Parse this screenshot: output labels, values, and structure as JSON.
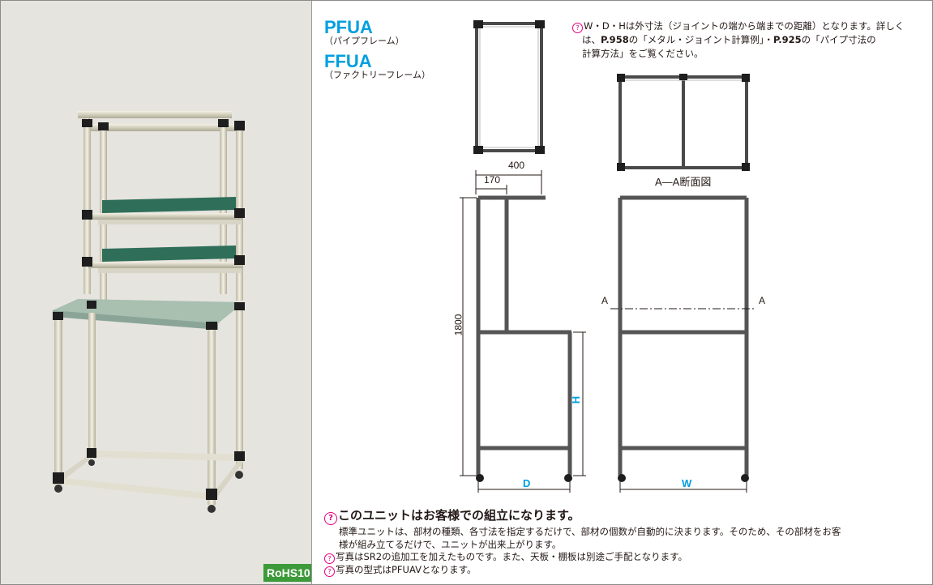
{
  "product": {
    "name1": "PFUA",
    "sub1": "（パイプフレーム）",
    "name2": "FFUA",
    "sub2": "（ファクトリーフレーム）"
  },
  "badge": {
    "rohs": "RoHS10"
  },
  "note_top": {
    "line1_prefix": "W・D・Hは外寸法（ジョイントの端から端までの距離）となります。詳しく",
    "line2_pre": "は、",
    "line2_ref1": "P.958",
    "line2_mid": "の「メタル・ジョイント計算例」・",
    "line2_ref2": "P.925",
    "line2_post": "の「パイプ寸法の",
    "line3": "計算方法」をご覧ください。"
  },
  "dimensions": {
    "d400": "400",
    "d170": "170",
    "d1800": "1800",
    "h": "H",
    "d": "D",
    "w": "W",
    "section_label": "A―A断面図",
    "a_left": "A",
    "a_right": "A"
  },
  "notes_bottom": {
    "heading": "このユニットはお客様での組立になります。",
    "para_line1": "標準ユニットは、部材の種類、各寸法を指定するだけで、部材の個数が自動的に決まります。そのため、その部材をお客",
    "para_line2": "様が組み立てるだけで、ユニットが出来上がります。",
    "note1": "写真はSR2の追加工を加えたものです。また、天板・棚板は別途ご手配となります。",
    "note2": "写真の型式はPFUAVとなります。"
  },
  "icons": {
    "hint": "hint-bulb-icon"
  },
  "colors": {
    "accent_blue": "#009fe0",
    "hint_pink": "#e5007f",
    "rohs_green": "#3d9a3a"
  }
}
